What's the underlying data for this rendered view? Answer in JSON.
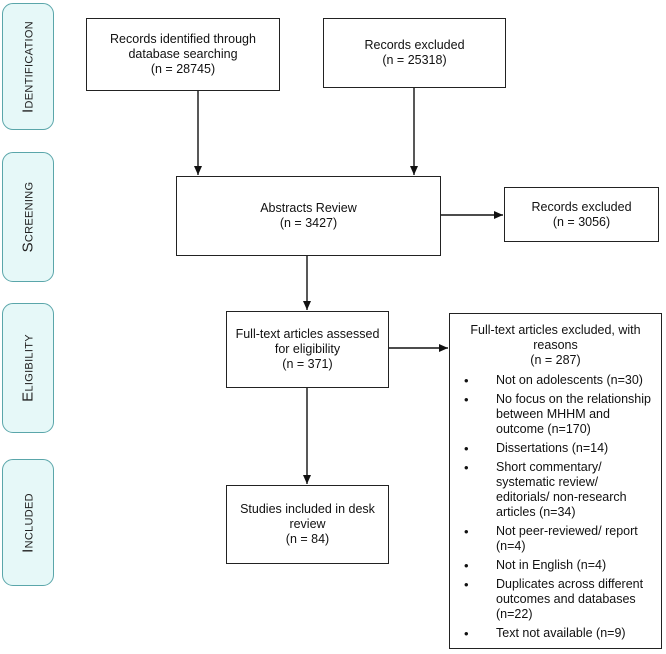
{
  "phases": [
    {
      "id": "identification",
      "label": "Identification"
    },
    {
      "id": "screening",
      "label": "Screening"
    },
    {
      "id": "eligibility",
      "label": "Eligibility"
    },
    {
      "id": "included",
      "label": "Included"
    }
  ],
  "boxes": {
    "identified": [
      "Records identified through",
      "database searching",
      "(n = 28745)"
    ],
    "excluded_identification": [
      "Records excluded",
      "(n = 25318)"
    ],
    "abstracts_review": [
      "Abstracts Review",
      "(n = 3427)"
    ],
    "excluded_screening": [
      "Records excluded",
      "(n = 3056)"
    ],
    "fulltext_assessed": [
      "Full-text articles assessed",
      "for eligibility",
      "(n = 371)"
    ],
    "included_studies": [
      "Studies included in desk",
      "review",
      "(n = 84)"
    ]
  },
  "fulltext_excluded": {
    "title_lines": [
      "Full-text articles excluded, with",
      "reasons",
      "(n = 287)"
    ],
    "reasons": [
      "Not on adolescents (n=30)",
      "No focus on the relationship between MHHM and outcome (n=170)",
      "Dissertations (n=14)",
      "Short commentary/ systematic review/ editorials/ non-research articles (n=34)",
      "Not peer-reviewed/ report (n=4)",
      "Not in English (n=4)",
      "Duplicates across different outcomes and databases (n=22)",
      "Text not available (n=9)"
    ]
  },
  "colors": {
    "phase_fill": "#e6f8f8",
    "phase_border": "#5aa6aa",
    "box_border": "#222222",
    "arrow": "#111111"
  }
}
